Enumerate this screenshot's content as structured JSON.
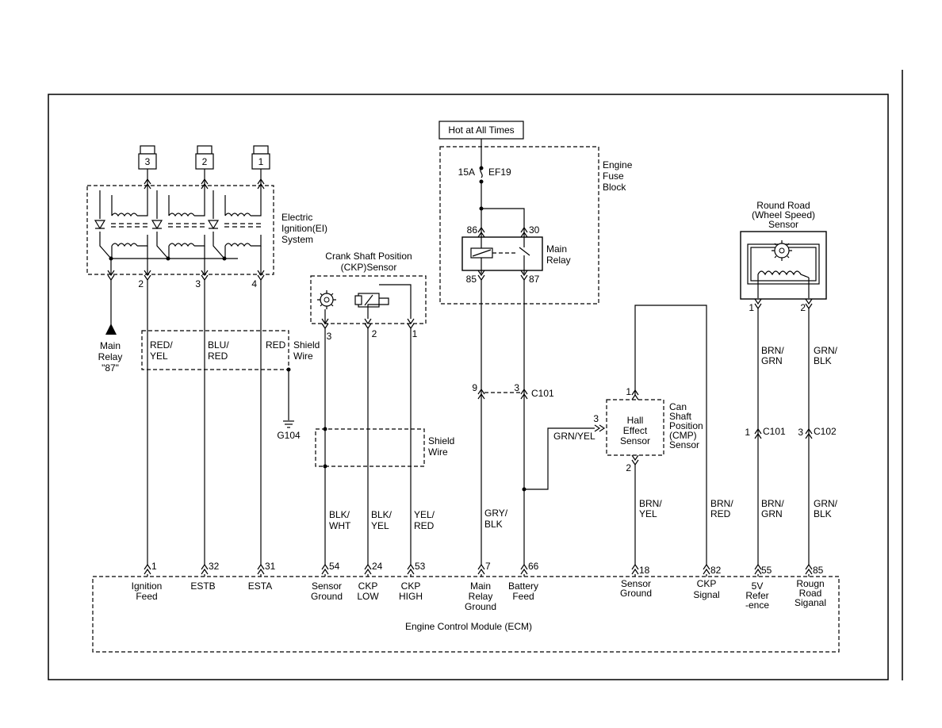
{
  "hot_label": "Hot at All Times",
  "fuse": {
    "rating": "15A",
    "name": "EF19"
  },
  "engine_fuse_block": [
    "Engine",
    "Fuse",
    "Block"
  ],
  "main_relay": {
    "label": [
      "Main",
      "Relay"
    ],
    "pin86": "86",
    "pin30": "30",
    "pin85": "85",
    "pin87": "87"
  },
  "coils": [
    "3",
    "2",
    "1"
  ],
  "ei_system": [
    "Electric",
    "Ignition(EI)",
    "System"
  ],
  "ei_pins": [
    "2",
    "3",
    "4"
  ],
  "main_relay_87": [
    "Main",
    "Relay",
    "\"87\""
  ],
  "ei_wires": [
    {
      "color": [
        "RED/",
        "YEL"
      ]
    },
    {
      "color": [
        "BLU/",
        "RED"
      ]
    },
    {
      "color": [
        "RED"
      ]
    }
  ],
  "shield_wire_1": [
    "Shield",
    "Wire"
  ],
  "ground": "G104",
  "ckp_sensor": {
    "title": [
      "Crank Shaft Position",
      "(CKP)Sensor"
    ],
    "pins": [
      "3",
      "2",
      "1"
    ]
  },
  "shield_wire_2": [
    "Shield",
    "Wire"
  ],
  "ckp_wires": [
    [
      "BLK/",
      "WHT"
    ],
    [
      "BLK/",
      "YEL"
    ],
    [
      "YEL/",
      "RED"
    ]
  ],
  "connector_c101_left": {
    "pin_a": "9",
    "pin_b": "3",
    "name": "C101"
  },
  "relay_wire": [
    "GRY/",
    "BLK"
  ],
  "hall_sensor": {
    "label": [
      "Hall",
      "Effect",
      "Sensor"
    ],
    "pin1": "1",
    "pin2": "2",
    "pin3": "3"
  },
  "cmp_sensor": [
    "Can",
    "Shaft",
    "Position",
    "(CMP)",
    "Sensor"
  ],
  "grn_yel": "GRN/YEL",
  "cmp_wires": [
    [
      "BRN/",
      "YEL"
    ],
    [
      "BRN/",
      "RED"
    ]
  ],
  "wheel_sensor": {
    "title": [
      "Round Road",
      "(Wheel Speed)",
      "Sensor"
    ],
    "pin1": "1",
    "pin2": "2"
  },
  "wheel_wires_top": [
    [
      "BRN/",
      "GRN"
    ],
    [
      "GRN/",
      "BLK"
    ]
  ],
  "connector_c101_right": {
    "pin": "1",
    "name": "C101"
  },
  "connector_c102": {
    "pin": "3",
    "name": "C102"
  },
  "wheel_wires_bottom": [
    [
      "BRN/",
      "GRN"
    ],
    [
      "GRN/",
      "BLK"
    ]
  ],
  "ecm": {
    "name": "Engine Control Module (ECM)",
    "pins": [
      {
        "num": "1",
        "label": [
          "Ignition",
          "Feed"
        ]
      },
      {
        "num": "32",
        "label": [
          "ESTB"
        ]
      },
      {
        "num": "31",
        "label": [
          "ESTA"
        ]
      },
      {
        "num": "54",
        "label": [
          "Sensor",
          "Ground"
        ]
      },
      {
        "num": "24",
        "label": [
          "CKP",
          "LOW"
        ]
      },
      {
        "num": "53",
        "label": [
          "CKP",
          "HIGH"
        ]
      },
      {
        "num": "7",
        "label": [
          "Main",
          "Relay",
          "Ground"
        ]
      },
      {
        "num": "66",
        "label": [
          "Battery",
          "Feed"
        ]
      },
      {
        "num": "18",
        "label": [
          "Sensor",
          "Ground"
        ]
      },
      {
        "num": "82",
        "label": [
          "CKP",
          "Signal"
        ]
      },
      {
        "num": "55",
        "label": [
          "5V",
          "Refer",
          "-ence"
        ]
      },
      {
        "num": "85",
        "label": [
          "Rougn",
          "Road",
          "Siganal"
        ]
      }
    ]
  }
}
